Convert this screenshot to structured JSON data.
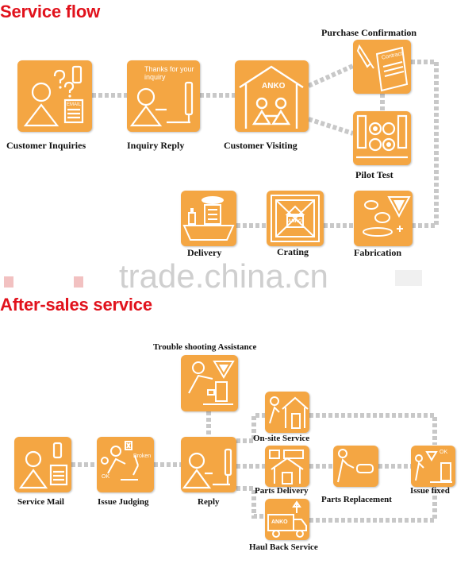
{
  "headings": {
    "service_flow": "Service flow",
    "after_sales": "After-sales service"
  },
  "colors": {
    "box_fill": "#f4a643",
    "box_shadow": "#cccccc",
    "heading_red": "#e1121c",
    "connector_gray": "#c8c8c8"
  },
  "watermark": "trade.china.cn",
  "service_flow": {
    "steps": [
      {
        "label": "Customer Inquiries",
        "icon": "person-phone-email-icon",
        "inner_text": [
          "EMAIL"
        ]
      },
      {
        "label": "Inquiry Reply",
        "icon": "person-at-desk-phone-icon",
        "inner_text": [
          "Thanks for your",
          "inquiry"
        ]
      },
      {
        "label": "Customer Visiting",
        "icon": "factory-visit-icon",
        "inner_text": [
          "ANKO"
        ]
      },
      {
        "label": "Purchase Confirmation",
        "icon": "contract-signing-icon",
        "inner_text": [
          "Contract"
        ]
      },
      {
        "label": "Pilot Test",
        "icon": "machine-test-icon",
        "inner_text": []
      },
      {
        "label": "Fabrication",
        "icon": "fabrication-icon",
        "inner_text": []
      },
      {
        "label": "Crating",
        "icon": "crate-icon",
        "inner_text": [
          "ANKO"
        ]
      },
      {
        "label": "Delivery",
        "icon": "ship-delivery-icon",
        "inner_text": []
      }
    ]
  },
  "after_sales": {
    "steps": [
      {
        "label": "Service Mail",
        "icon": "person-phone-mail-icon"
      },
      {
        "label": "Issue Judging",
        "icon": "issue-judging-icon",
        "inner_text": [
          "Broken",
          "OK"
        ]
      },
      {
        "label": "Reply",
        "icon": "person-at-desk-phone-icon"
      },
      {
        "label": "Trouble shooting Assistance",
        "icon": "troubleshooting-icon"
      },
      {
        "label": "On-site Service",
        "icon": "on-site-service-icon"
      },
      {
        "label": "Parts Delivery",
        "icon": "parts-delivery-icon"
      },
      {
        "label": "Haul Back Service",
        "icon": "truck-haul-icon",
        "inner_text": [
          "ANKO"
        ]
      },
      {
        "label": "Parts Replacement",
        "icon": "parts-replacement-icon"
      },
      {
        "label": "Issue fixed",
        "icon": "issue-fixed-icon",
        "inner_text": [
          "OK"
        ]
      }
    ]
  }
}
